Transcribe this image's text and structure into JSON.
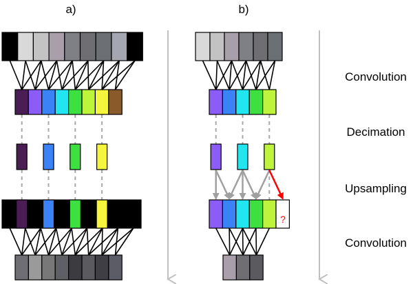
{
  "panels": {
    "a": "a)",
    "b": "b)"
  },
  "stages": {
    "convolution_top": "Convolution",
    "decimation": "Decimation",
    "upsampling": "Upsampling",
    "convolution_bottom": "Convolution"
  },
  "unknown_marker": "?",
  "colors": {
    "violet": "#8b5cf6",
    "blue": "#3b82f6",
    "cyan": "#22e5ef",
    "green": "#3de040",
    "lime": "#bff43c",
    "yellow": "#f5f53e",
    "purple_dark": "#4a1d55",
    "brown": "#8a5a2b",
    "arrow_gray": "#a0a0a0",
    "arrow_red": "#ff0000"
  },
  "signals": {
    "a_input": [
      "#000000",
      "#d9d9d9",
      "#c3c3c3",
      "#a99fab",
      "#7f7f86",
      "#6f6f73",
      "#6c6f74",
      "#a4a7b0",
      "#000000"
    ],
    "a_conv": [
      "#4a1d55",
      "#8b5cf6",
      "#3b82f6",
      "#22e5ef",
      "#3de040",
      "#bff43c",
      "#f5f53e",
      "#8a5a2b"
    ],
    "a_decimated": [
      "#4a1d55",
      "#3b82f6",
      "#3de040",
      "#f5f53e"
    ],
    "a_upsampled": [
      "#000000",
      "#4a1d55",
      "#000000",
      "#3b82f6",
      "#000000",
      "#3de040",
      "#000000",
      "#f5f53e",
      "#000000"
    ],
    "a_output": [
      "#6f6f73",
      "#9a9a9a",
      "#787878",
      "#5f5f66",
      "#3c3c40",
      "#5a5a5f",
      "#3e3e44",
      "#5c5c66"
    ],
    "b_input": [
      "#d9d9d9",
      "#c3c3c3",
      "#a99fab",
      "#7f7f86",
      "#6f6f73",
      "#6c6f74"
    ],
    "b_conv": [
      "#8b5cf6",
      "#3b82f6",
      "#22e5ef",
      "#3de040",
      "#bff43c"
    ],
    "b_decimated": [
      "#8b5cf6",
      "#22e5ef",
      "#bff43c"
    ],
    "b_upsampled": [
      "#8b5cf6",
      "#3b82f6",
      "#22e5ef",
      "#3de040",
      "#bff43c",
      "#ffffff"
    ],
    "b_output": [
      "#a99fab",
      "#6f6f73",
      "#5a5a5f"
    ]
  }
}
